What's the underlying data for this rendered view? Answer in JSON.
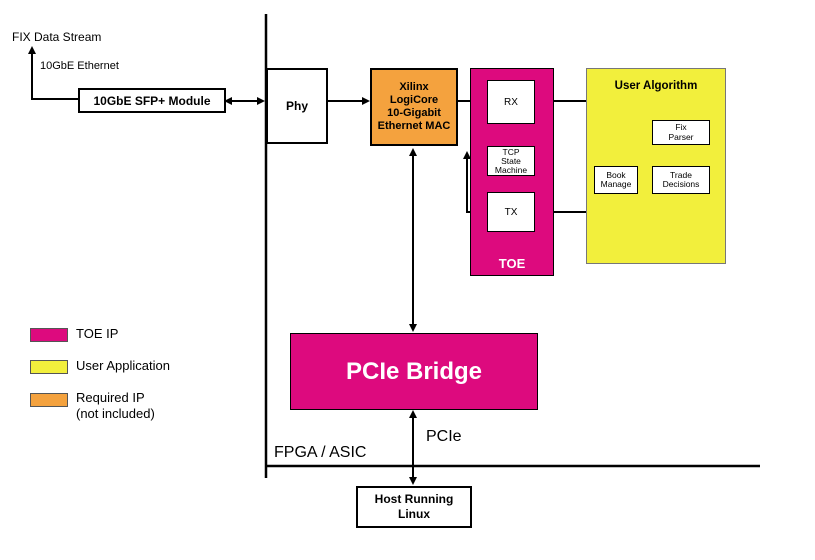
{
  "diagram": {
    "fix_stream_label": "FIX Data Stream",
    "ethernet_label": "10GbE Ethernet",
    "sfp_module": "10GbE SFP+ Module",
    "phy": "Phy",
    "mac": [
      "Xilinx",
      "LogiCore",
      "10-Gigabit",
      "Ethernet MAC"
    ],
    "toe": {
      "title": "TOE",
      "rx": "RX",
      "tcp": [
        "TCP",
        "State",
        "Machine"
      ],
      "tx": "TX"
    },
    "user_algorithm": {
      "title": "User Algorithm",
      "fix_parser": [
        "Fix",
        "Parser"
      ],
      "book_manage": [
        "Book",
        "Manage"
      ],
      "trade_decisions": [
        "Trade",
        "Decisions"
      ]
    },
    "pcie_bridge": "PCIe Bridge",
    "fpga_label": "FPGA / ASIC",
    "pcie_label": "PCIe",
    "host": [
      "Host Running",
      "Linux"
    ]
  },
  "legend": [
    {
      "label": "TOE IP",
      "color": "#dd0a7e"
    },
    {
      "label": "User Application",
      "color": "#f2ef3c"
    },
    {
      "label": "Required IP",
      "sublabel": "(not included)",
      "color": "#f4a23e"
    }
  ],
  "colors": {
    "toe_ip": "#dd0a7e",
    "user_app": "#f2ef3c",
    "required_ip": "#f4a23e"
  }
}
